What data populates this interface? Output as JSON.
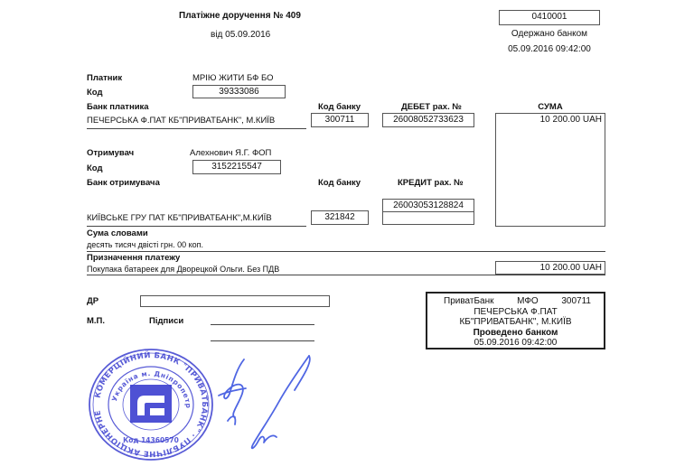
{
  "header": {
    "title": "Платіжне доручення  № 409",
    "date": "від 05.09.2016",
    "form_code": "0410001",
    "received_label": "Одержано банком",
    "received_datetime": "05.09.2016 09:42:00"
  },
  "payer": {
    "label": "Платник",
    "name": "МРІЮ ЖИТИ БФ БО",
    "code_label": "Код",
    "code": "39333086",
    "bank_label": "Банк платника",
    "bank_name": "ПЕЧЕРСЬКА Ф.ПАТ КБ\"ПРИВАТБАНК\", М.КИЇВ",
    "bank_code_label": "Код банку",
    "bank_code": "300711",
    "debit_label": "ДЕБЕТ рах. №",
    "debit_account": "26008052733623"
  },
  "amount": {
    "label": "СУМА",
    "value": "10 200.00 UAH"
  },
  "recipient": {
    "label": "Отримувач",
    "name": "Алехнович Я.Г. ФОП",
    "code_label": "Код",
    "code": "3152215547",
    "bank_label": "Банк отримувача",
    "bank_name": "КИЇВСЬКЕ ГРУ ПАТ КБ\"ПРИВАТБАНК\",М.КИЇВ",
    "bank_code_label": "Код банку",
    "bank_code": "321842",
    "credit_label": "КРЕДИТ рах. №",
    "credit_account": "26003053128824"
  },
  "amount_words": {
    "label": "Сума словами",
    "value": "десять тисяч двісті грн. 00 коп."
  },
  "purpose": {
    "label": "Призначення платежу",
    "value": "Покупака батареек для Дворецкой Ольги. Без ПДВ",
    "amount": "10 200.00 UAH"
  },
  "footer": {
    "dr_label": "ДР",
    "mp_label": "М.П.",
    "signatures_label": "Підписи"
  },
  "bank_stamp": {
    "bank": "ПриватБанк",
    "mfo_label": "МФО",
    "mfo": "300711",
    "line1": "ПЕЧЕРСЬКА Ф.ПАТ",
    "line2": "КБ\"ПРИВАТБАНК\", М.КИЇВ",
    "processed_label": "Проведено банком",
    "processed_datetime": "05.09.2016 09:42:00"
  },
  "seal": {
    "outer_text": "КОМЕРЦІЙНИЙ БАНК \"ПРИВАТБАНК\" ПУБЛІЧНЕ АКЦІОНЕРНЕ ТОВАРИСТВО",
    "inner_text": "Україна м. Дніпропетровськ",
    "code_text": "Код 14360570",
    "color": "#3b3fd0"
  },
  "signature": {
    "color": "#3d56e0"
  }
}
